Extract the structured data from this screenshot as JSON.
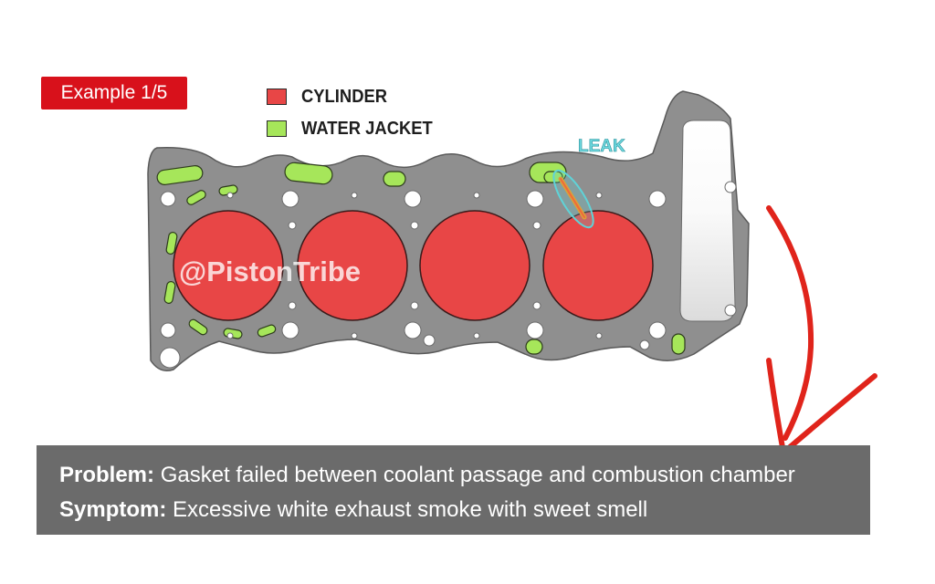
{
  "example_badge": "Example 1/5",
  "legend": {
    "cylinder": {
      "label": "CYLINDER",
      "color": "#e84646"
    },
    "water_jacket": {
      "label": "WATER JACKET",
      "color": "#a6e65a"
    }
  },
  "leak_label": "LEAK",
  "watermark": "@PistonTribe",
  "info": {
    "problem_label": "Problem:",
    "problem_text": "Gasket failed between coolant passage and combustion chamber",
    "symptom_label": "Symptom:",
    "symptom_text": "Excessive white exhaust smoke with sweet smell"
  },
  "colors": {
    "gasket": "#8f8f8f",
    "cylinder": "#e84646",
    "water_jacket": "#a6e65a",
    "leak_highlight": "#5fd3d8",
    "arrow": "#e0241b",
    "info_box": "#6b6b6b"
  }
}
